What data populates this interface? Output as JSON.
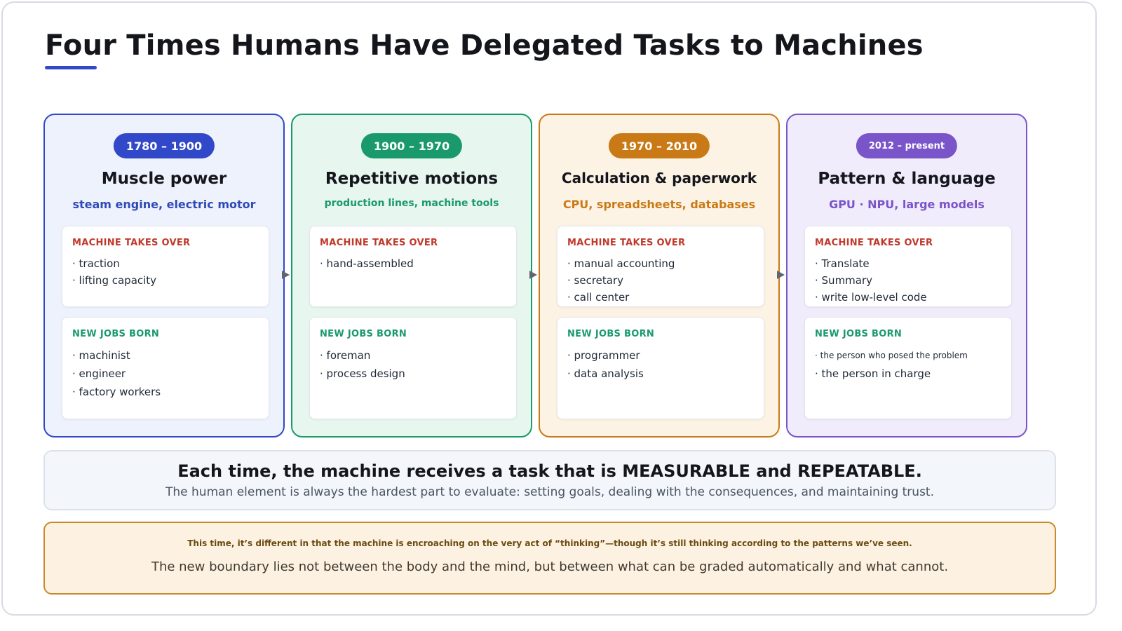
{
  "title": "Four Times Humans Have Delegated Tasks to Machines",
  "colors": {
    "accent_blue": "#3148c8",
    "era1": "#3148c8",
    "era2": "#1a9a6c",
    "era3": "#c97a16",
    "era4": "#7a54c9",
    "takes_over": "#c0392b",
    "new_jobs": "#1a9a6c"
  },
  "eras": [
    {
      "period": "1780 – 1900",
      "name": "Muscle power",
      "tech": "steam engine, electric motor",
      "takes_over_label": "MACHINE TAKES OVER",
      "takes_over": [
        "· traction",
        "· lifting capacity"
      ],
      "new_jobs_label": "NEW JOBS BORN",
      "new_jobs": [
        "· machinist",
        "· engineer",
        "· factory workers"
      ]
    },
    {
      "period": "1900 – 1970",
      "name": "Repetitive motions",
      "tech": "production lines, machine tools",
      "takes_over_label": "MACHINE TAKES OVER",
      "takes_over": [
        "· hand-assembled"
      ],
      "new_jobs_label": "NEW JOBS BORN",
      "new_jobs": [
        "· foreman",
        "· process design"
      ]
    },
    {
      "period": "1970 – 2010",
      "name": "Calculation & paperwork",
      "tech": "CPU, spreadsheets, databases",
      "takes_over_label": "MACHINE TAKES OVER",
      "takes_over": [
        "· manual accounting",
        "· secretary",
        "· call center"
      ],
      "new_jobs_label": "NEW JOBS BORN",
      "new_jobs": [
        "· programmer",
        "· data analysis"
      ]
    },
    {
      "period": "2012 – present",
      "name": "Pattern & language",
      "tech": "GPU · NPU, large models",
      "takes_over_label": "MACHINE TAKES OVER",
      "takes_over": [
        "· Translate",
        "· Summary",
        "· write low-level code"
      ],
      "new_jobs_label": "NEW JOBS BORN",
      "new_jobs": [
        "· the person who posed the problem",
        "· the person in charge"
      ]
    }
  ],
  "summary": {
    "main": "Each time, the machine receives a task that is MEASURABLE and REPEATABLE.",
    "sub": "The human element is always the hardest part to evaluate: setting goals, dealing with the consequences, and maintaining trust."
  },
  "note": {
    "small": "This time, it’s different in that the machine is encroaching on the very act of “thinking”—though it’s still thinking according to the patterns we’ve seen.",
    "main": "The new boundary lies not between the body and the mind, but between what can be graded automatically and what cannot."
  }
}
